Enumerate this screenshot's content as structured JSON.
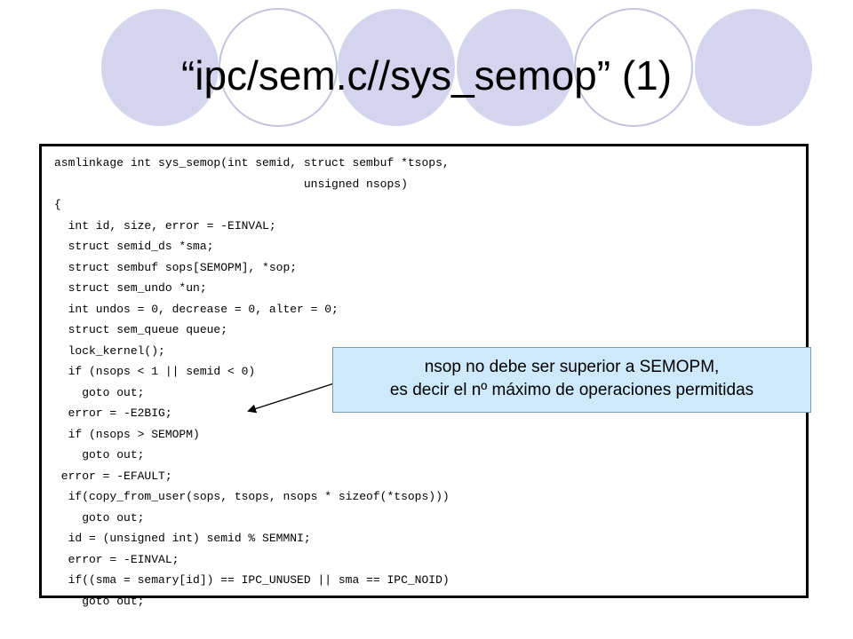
{
  "slide": {
    "title": "“ipc/sem.c//sys_semop” (1)"
  },
  "code": {
    "lines": [
      "asmlinkage int sys_semop(int semid, struct sembuf *tsops,",
      "                                    unsigned nsops)",
      "{",
      "  int id, size, error = -EINVAL;",
      "  struct semid_ds *sma;",
      "  struct sembuf sops[SEMOPM], *sop;",
      "  struct sem_undo *un;",
      "  int undos = 0, decrease = 0, alter = 0;",
      "  struct sem_queue queue;",
      "  lock_kernel();",
      "  if (nsops < 1 || semid < 0)",
      "    goto out;",
      "  error = -E2BIG;",
      "  if (nsops > SEMOPM)",
      "    goto out;",
      " error = -EFAULT;",
      "  if(copy_from_user(sops, tsops, nsops * sizeof(*tsops)))",
      "    goto out;",
      "  id = (unsigned int) semid % SEMMNI;",
      "  error = -EINVAL;",
      "  if((sma = semary[id]) == IPC_UNUSED || sma == IPC_NOID)",
      "    goto out;"
    ]
  },
  "callout": {
    "line1": "nsop no debe ser superior a SEMOPM,",
    "line2": "es decir el nº máximo de operaciones permitidas"
  },
  "colors": {
    "circle_fill": "#d4d4ef",
    "circle_stroke": "#b9b9d9",
    "callout_fill": "#cde9fb"
  }
}
